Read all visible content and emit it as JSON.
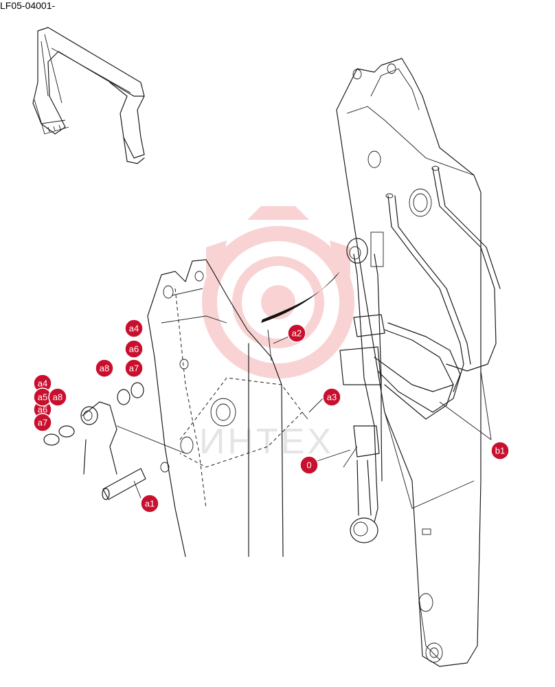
{
  "header": {
    "part_code": "LF05-04001-"
  },
  "watermark": {
    "text": "ИНТЕХ",
    "color": "#f2b8b8"
  },
  "accent_color": "#c8102e",
  "callouts": [
    {
      "id": "c-a4",
      "label": "a4"
    },
    {
      "id": "c-a6",
      "label": "a6"
    },
    {
      "id": "c-a7-top",
      "label": "a7"
    },
    {
      "id": "c-a8-top",
      "label": "a8"
    },
    {
      "id": "c-a2",
      "label": "a2"
    },
    {
      "id": "c-a3",
      "label": "a3"
    },
    {
      "id": "c-a4-left",
      "label": "a4"
    },
    {
      "id": "c-a5-left",
      "label": "a5"
    },
    {
      "id": "c-a8-left",
      "label": "a8"
    },
    {
      "id": "c-a6-left",
      "label": "a6"
    },
    {
      "id": "c-a7-left",
      "label": "a7"
    },
    {
      "id": "c-a1",
      "label": "a1"
    },
    {
      "id": "c-0",
      "label": "0"
    },
    {
      "id": "c-b1",
      "label": "b1"
    }
  ]
}
